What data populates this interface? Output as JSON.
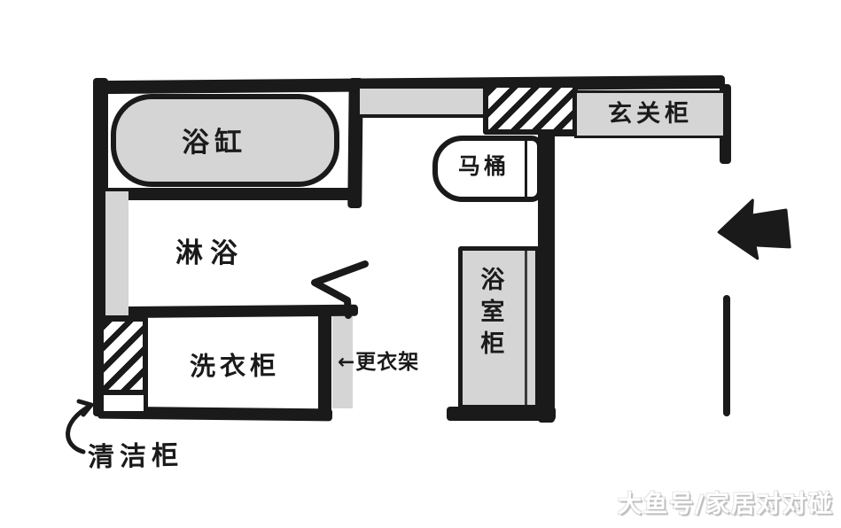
{
  "colors": {
    "ink": "#1a1a1a",
    "gray_fill": "#d5d5d5",
    "paper": "#ffffff",
    "watermark_text": "#ffffff",
    "watermark_shadow": "#bdbdbd"
  },
  "plan": {
    "bathtub_label": "浴缸",
    "shower_label": "淋浴",
    "toilet_label": "马桶",
    "entry_cabinet_label": "玄关柜",
    "bathroom_cabinet_label": "浴室柜",
    "laundry_cabinet_label": "洗衣柜",
    "changing_rack": {
      "arrow_icon": "←",
      "label": "更衣架"
    },
    "cleaning_cabinet_label": "清洁柜"
  },
  "watermark": "大鱼号/家居对对碰"
}
